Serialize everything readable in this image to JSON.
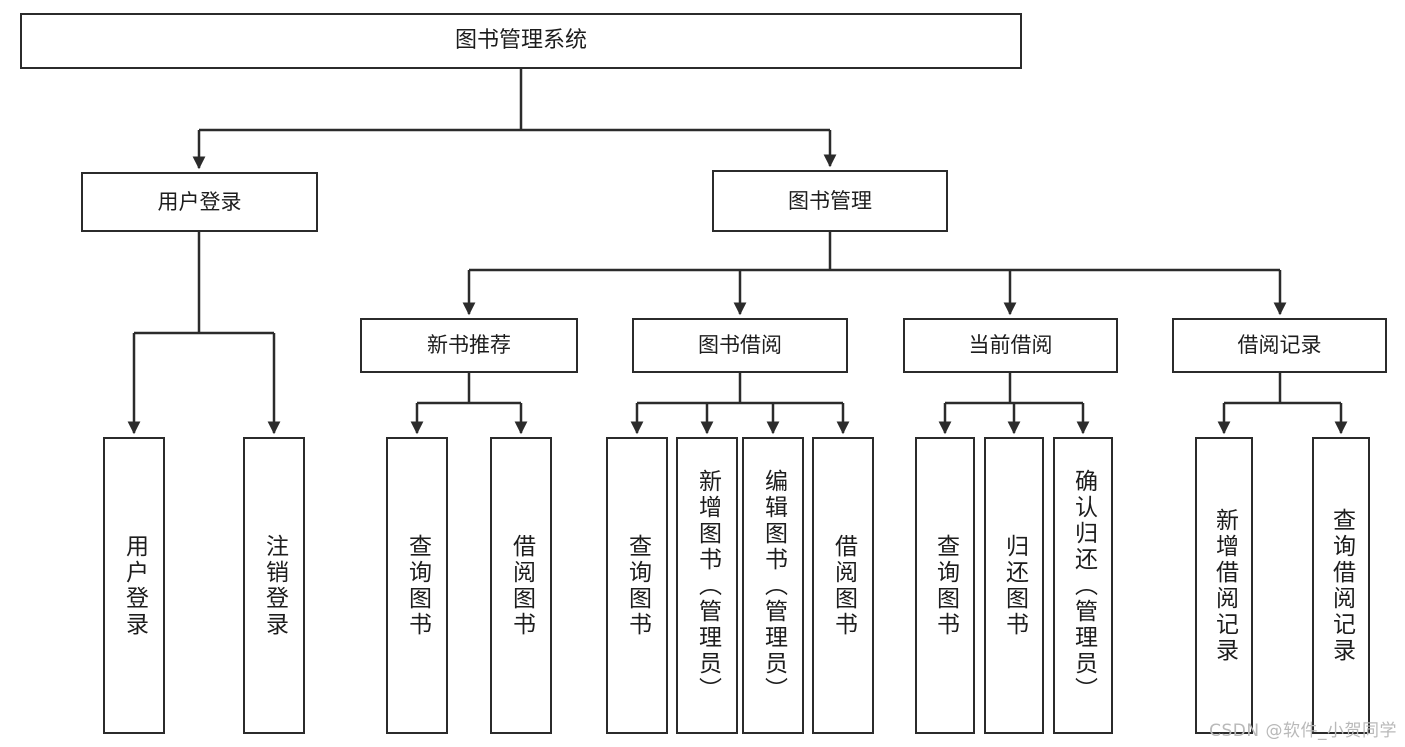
{
  "diagram": {
    "type": "tree",
    "title": "图书管理系统",
    "watermark": "CSDN @软件_小贺同学",
    "colors": {
      "background": "#ffffff",
      "stroke": "#2b2b2b",
      "text": "#1d1d1d",
      "watermark": "#b9b9b9"
    },
    "nodes": {
      "root": {
        "label": "图书管理系统"
      },
      "level2": [
        {
          "label": "用户登录"
        },
        {
          "label": "图书管理"
        }
      ],
      "level3": [
        {
          "label": "新书推荐"
        },
        {
          "label": "图书借阅"
        },
        {
          "label": "当前借阅"
        },
        {
          "label": "借阅记录"
        }
      ],
      "leaves": {
        "user_login": [
          {
            "label": "用户登录"
          },
          {
            "label": "注销登录"
          }
        ],
        "new_book_recommend": [
          {
            "label": "查询图书"
          },
          {
            "label": "借阅图书"
          }
        ],
        "book_borrow": [
          {
            "label": "查询图书"
          },
          {
            "label": "新增图书（管理员）"
          },
          {
            "label": "编辑图书（管理员）"
          },
          {
            "label": "借阅图书"
          }
        ],
        "current_borrow": [
          {
            "label": "查询图书"
          },
          {
            "label": "归还图书"
          },
          {
            "label": "确认归还（管理员）"
          }
        ],
        "borrow_record": [
          {
            "label": "新增借阅记录"
          },
          {
            "label": "查询借阅记录"
          }
        ]
      }
    }
  }
}
